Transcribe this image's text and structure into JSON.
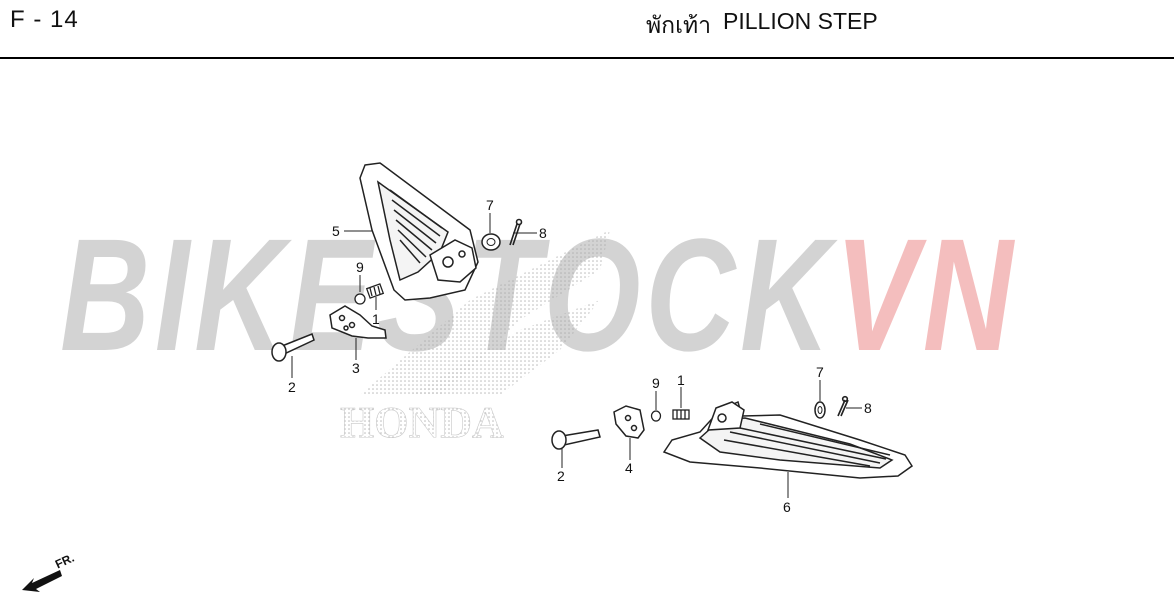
{
  "header": {
    "page_code": "F - 14",
    "title_thai": "พักเท้า",
    "title_en": "PILLION STEP"
  },
  "watermark": {
    "part_a": "BIKESTOCK",
    "part_b": "VN",
    "brand": "HONDA"
  },
  "callouts": {
    "c1a": "1",
    "c2a": "2",
    "c3": "3",
    "c5": "5",
    "c7a": "7",
    "c8a": "8",
    "c9a": "9",
    "c1b": "1",
    "c2b": "2",
    "c4": "4",
    "c6": "6",
    "c7b": "7",
    "c8b": "8",
    "c9b": "9"
  },
  "direction": {
    "label": "FR."
  }
}
